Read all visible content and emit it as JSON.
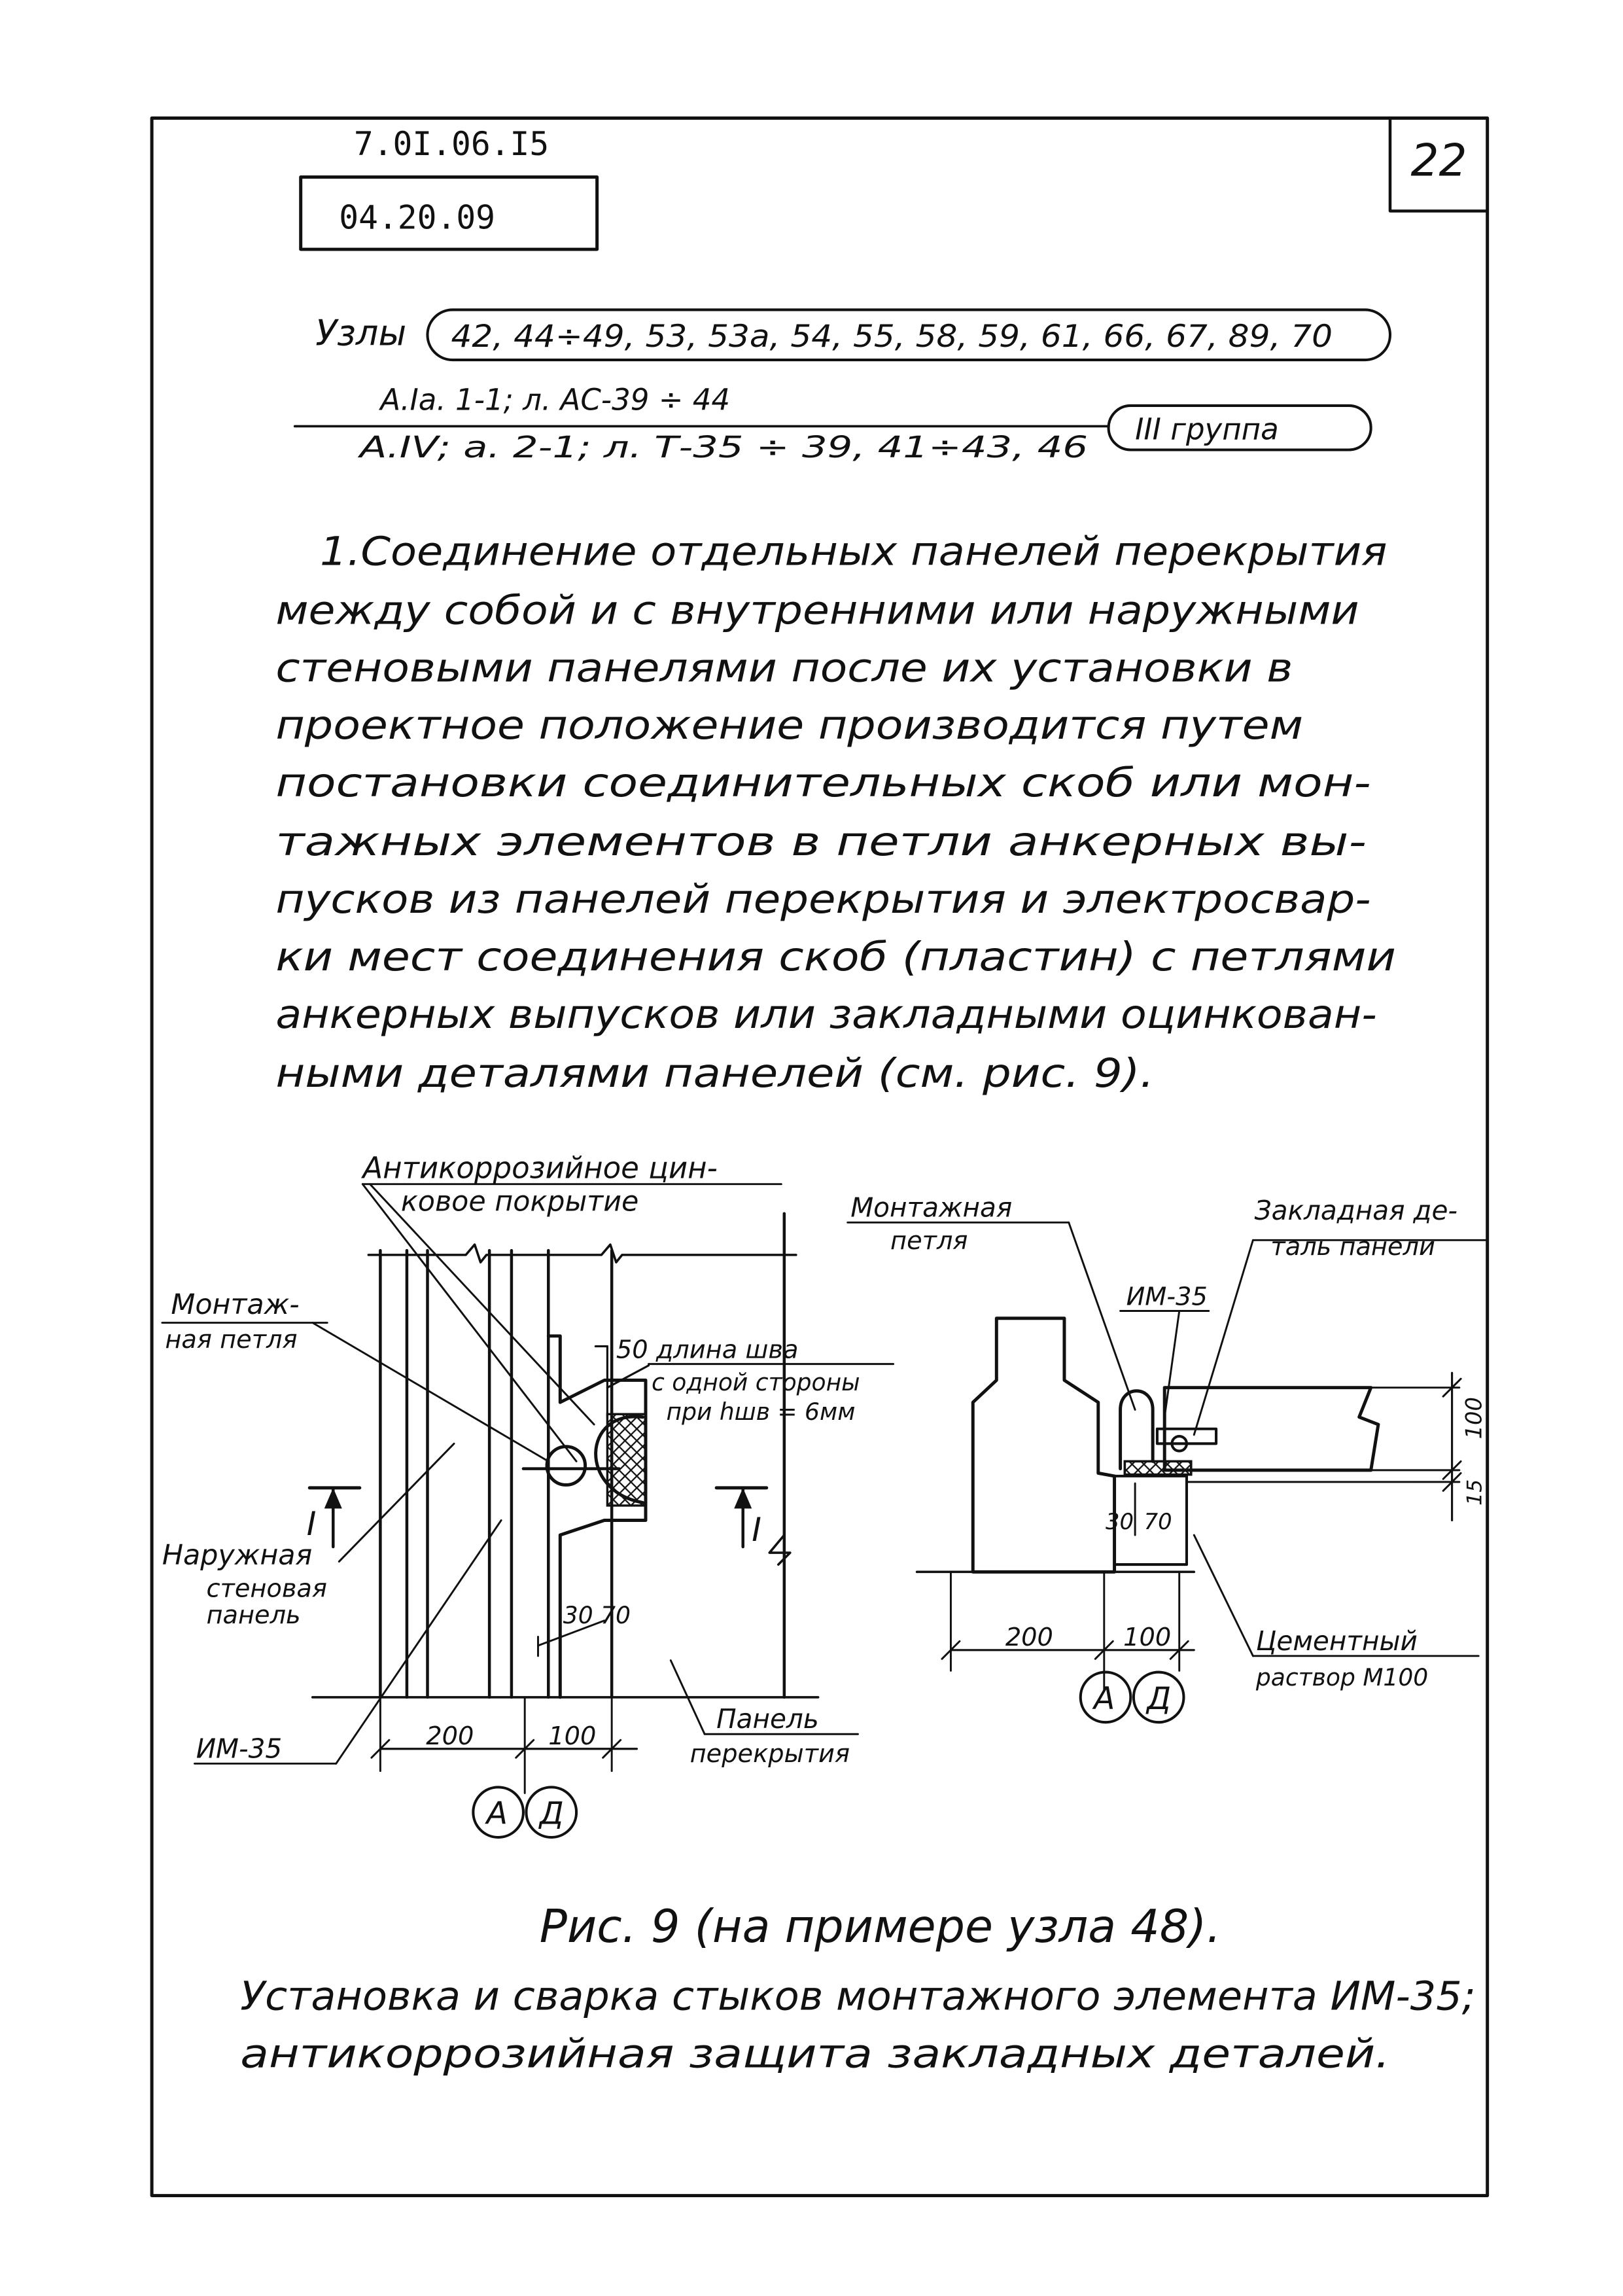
{
  "header": {
    "doc_number": "7.0I.06.I5",
    "series_code": "04.20.09",
    "page_number": "22"
  },
  "nodes": {
    "label": "Узлы",
    "list": "42, 44÷49, 53, 53а, 54, 55, 58, 59, 61, 66, 67, 89, 70"
  },
  "refs": {
    "line1": "А.Iа. 1-1;  л. АС-39 ÷ 44",
    "line2": "А.IV; а. 2-1; л. Т-35 ÷ 39, 41÷43, 46",
    "group": "III группа"
  },
  "body": {
    "lines": [
      "1.Соединение отдельных панелей перекрытия",
      "между собой и с внутренними или наружными",
      "стеновыми панелями после их установки в",
      "проектное положение производится путем",
      "постановки соединительных скоб или мон-",
      "тажных элементов в петли анкерных вы-",
      "пусков из панелей перекрытия и электросвар-",
      "ки мест соединения скоб (пластин) с петлями",
      "анкерных выпусков или закладными оцинкован-",
      "ными деталями панелей (см. рис. 9)."
    ]
  },
  "plan": {
    "coating_1": "Антикоррозийное цин-",
    "coating_2": "ковое покрытие",
    "loop_1": "Монтаж-",
    "loop_2": "ная петля",
    "weld_len": "50 длина шва",
    "weld_side": "с одной стороны",
    "weld_h": "при hшв = 6мм",
    "section_left": "I",
    "section_right": "I",
    "wall_1": "Наружная",
    "wall_2": "стеновая",
    "wall_3": "панель",
    "dim_30_70": "30 70",
    "element": "ИМ-35",
    "dim_200": "200",
    "dim_100": "100",
    "slab_1": "Панель",
    "slab_2": "перекрытия",
    "axis_a": "А",
    "axis_d": "Д"
  },
  "section": {
    "loop_1": "Монтажная",
    "loop_2": "петля",
    "embed_1": "Закладная де-",
    "embed_2": "таль панели",
    "element": "ИМ-35",
    "dim_100v": "100",
    "dim_15v": "15",
    "dim_30": "30",
    "dim_70": "70",
    "dim_200": "200",
    "dim_100": "100",
    "mortar_1": "Цементный",
    "mortar_2": "раствор М100",
    "axis_a": "А",
    "axis_d": "Д"
  },
  "caption": {
    "line1": "Рис. 9 (на примере узла 48).",
    "line2": "Установка и сварка стыков монтажного элемента ИМ-35;",
    "line3": "антикоррозийная защита закладных деталей."
  }
}
